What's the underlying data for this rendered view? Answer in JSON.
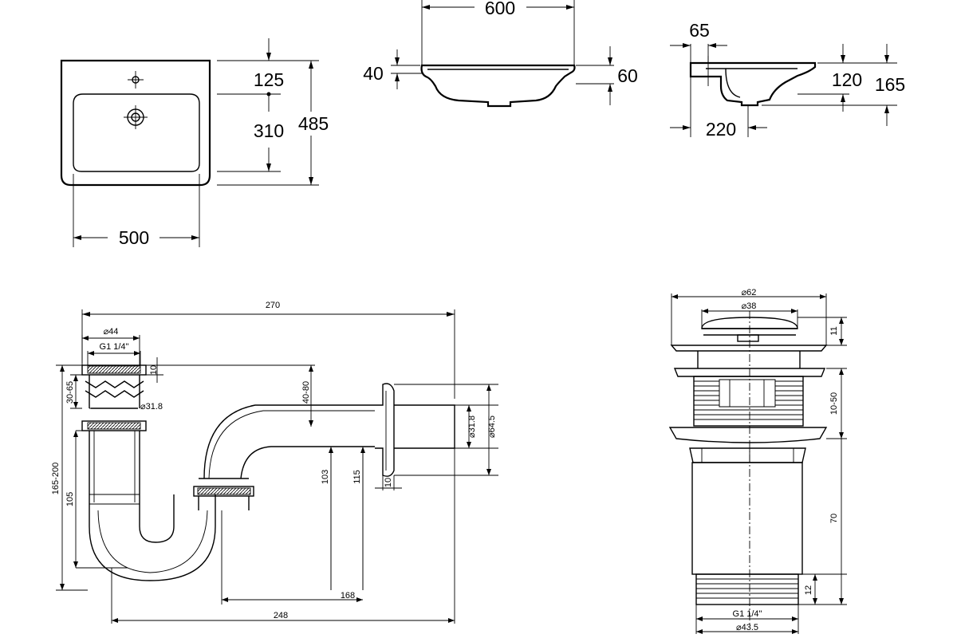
{
  "basin_top_view": {
    "width": "500",
    "depth_total": "485",
    "tap_hole_offset": "125",
    "bowl_length": "310"
  },
  "basin_front_view": {
    "width": "600",
    "rim_height": "40",
    "overflow_height": "60"
  },
  "basin_side_view": {
    "wall_offset": "65",
    "bowl_depth": "120",
    "total_height": "165",
    "drain_offset": "220"
  },
  "siphon": {
    "total_length": "270",
    "inlet_diameter": "⌀44",
    "inlet_thread": "G1 1/4\"",
    "nut_height": "10",
    "adjust_range": "30-65",
    "tube_diameter": "⌀31.8",
    "height_range": "165-200",
    "trap_height": "105",
    "wall_height_range": "40-80",
    "outlet_height_a": "103",
    "outlet_height_b": "115",
    "flange_thickness": "10",
    "outlet_pipe_diameter": "⌀31.8",
    "flange_diameter": "⌀64.5",
    "horizontal_a": "168",
    "horizontal_b": "248"
  },
  "drain_valve": {
    "outer_diameter": "⌀62",
    "cap_diameter": "⌀38",
    "cap_height": "11",
    "thread_length": "10-50",
    "body_length": "70",
    "bottom_thread": "12",
    "thread_spec": "G1 1/4\"",
    "bottom_diameter": "⌀43.5"
  }
}
